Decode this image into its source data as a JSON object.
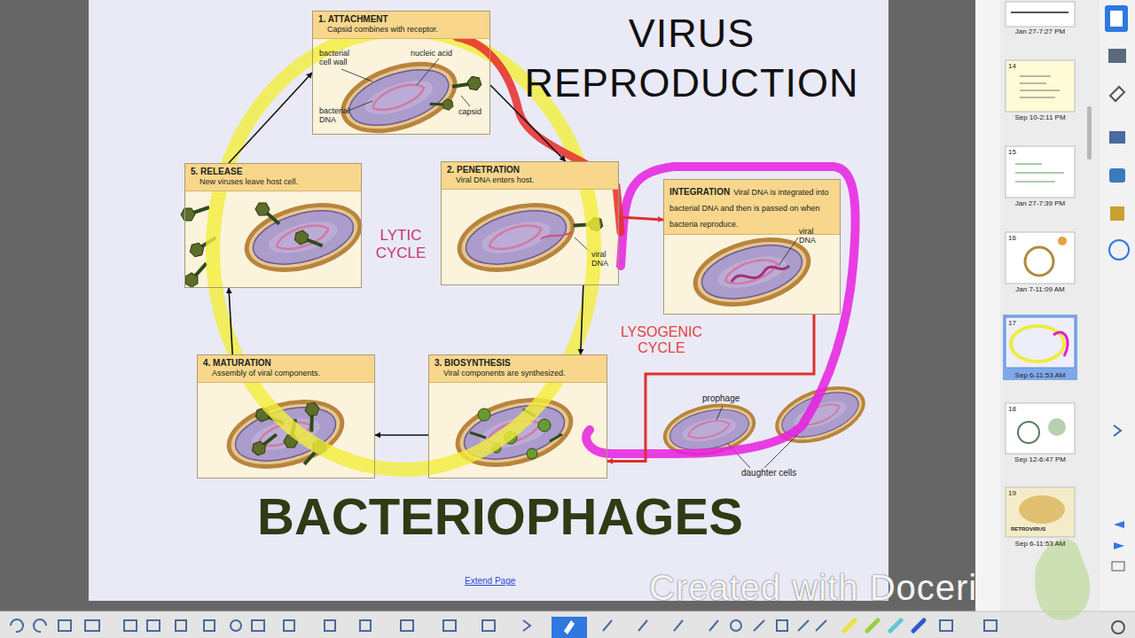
{
  "diagram": {
    "title": "VIRUS REPRODUCTION",
    "nodes": [
      {
        "text": [
          "1. ATTACHMENT",
          "Capsid combines with receptor."
        ]
      },
      {
        "text": [
          "2. PENETRATION",
          "Viral DNA enters host."
        ]
      },
      {
        "text": [
          "3. BIOSYNTHESIS",
          "Viral components are synthesized."
        ]
      },
      {
        "text": [
          "4. MATURATION",
          "Assembly of viral components."
        ]
      },
      {
        "text": [
          "5. RELEASE",
          "New viruses leave host cell."
        ]
      },
      {
        "text": [
          "INTEGRATION",
          "Viral DNA is integrated into bacterial DNA and then is passed on when bacteria reproduce."
        ]
      }
    ],
    "edges": [
      {
        "from": 0,
        "to": 1,
        "arrow": "to"
      },
      {
        "from": 1,
        "to": 2,
        "arrow": "to"
      },
      {
        "from": 2,
        "to": 3,
        "arrow": "to"
      },
      {
        "from": 3,
        "to": 4,
        "arrow": "to"
      },
      {
        "from": 4,
        "to": 0,
        "arrow": "to"
      },
      {
        "from": 1,
        "to": 5,
        "arrow": "to"
      },
      {
        "from": 5,
        "to": 2,
        "arrow": "to"
      }
    ],
    "labels": [
      "bacterial cell wall",
      "nucleic acid",
      "bacterial DNA",
      "capsid",
      "viral DNA",
      "viral DNA",
      "LYTIC CYCLE",
      "LYSOGENIC CYCLE",
      "prophage",
      "daughter cells",
      "BACTERIOPHAGES",
      "Extend Page",
      "Created with Doceri",
      "Jan 27-7:27 PM",
      "14",
      "Sep 10-2:11 PM",
      "15",
      "Jan 27-7:39 PM",
      "16",
      "Jan 7-11:09 AM",
      "17",
      "Sep 6-11:53 AM",
      "18",
      "Sep 12-6:47 PM",
      "19",
      "RETROVIRUS",
      "Sep 6-11:53 AM"
    ]
  }
}
